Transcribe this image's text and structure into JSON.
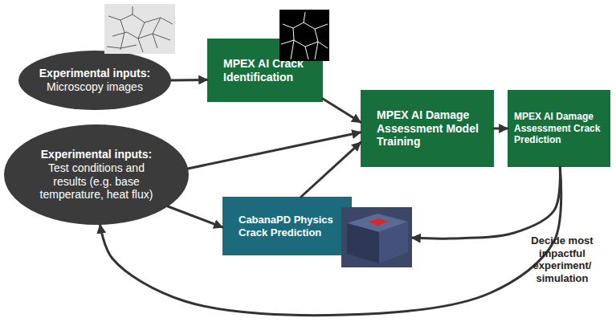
{
  "diagram": {
    "nodes": [
      {
        "text": [
          "Experimental inputs:",
          "Microscopy images"
        ]
      },
      {
        "text": [
          "MPEX AI Crack Identification"
        ]
      },
      {
        "text": [
          "MPEX AI Damage Assessment Model Training"
        ]
      },
      {
        "text": [
          "MPEX AI Damage Assessment Crack Prediction"
        ]
      },
      {
        "text": [
          "Experimental inputs:",
          "Test conditions and results (e.g. base temperature, heat flux)"
        ]
      },
      {
        "text": [
          "CabanaPD Physics Crack Prediction"
        ]
      }
    ],
    "edges": [
      {
        "from": 0,
        "to": 1,
        "arrow": "to"
      },
      {
        "from": 1,
        "to": 2,
        "arrow": "to"
      },
      {
        "from": 4,
        "to": 2,
        "arrow": "to"
      },
      {
        "from": 4,
        "to": 5,
        "arrow": "to"
      },
      {
        "from": 5,
        "to": 2,
        "arrow": "to"
      },
      {
        "from": 2,
        "to": 3,
        "arrow": "to"
      },
      {
        "from": 3,
        "to": 5,
        "arrow": "to"
      },
      {
        "from": 3,
        "to": 4,
        "arrow": "to",
        "label": "Decide most impactful experiment/ simulation"
      }
    ]
  }
}
